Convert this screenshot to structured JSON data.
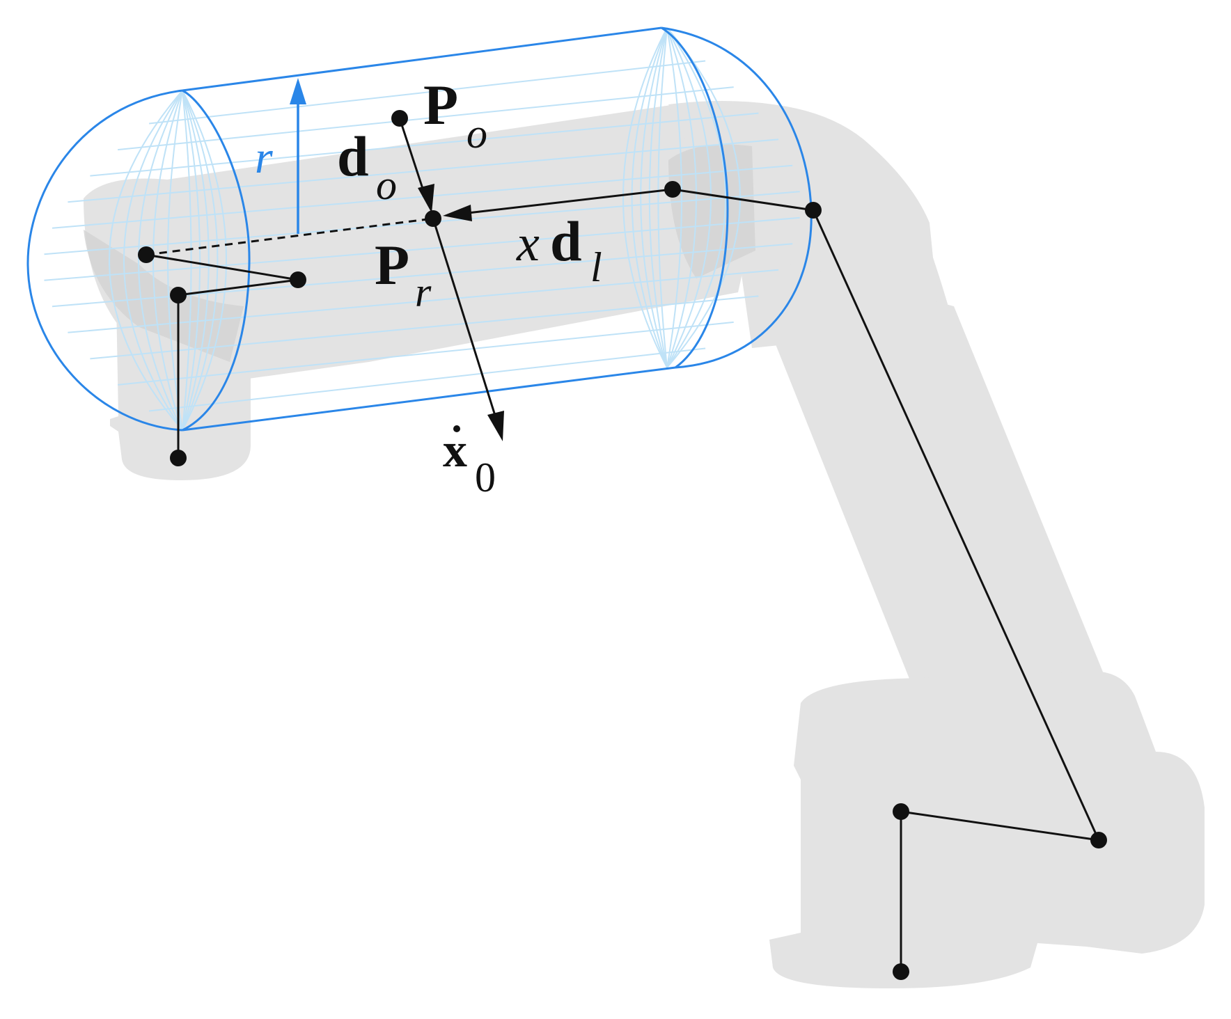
{
  "labels": {
    "radius": "r",
    "po_main": "P",
    "po_sub": "o",
    "do_main": "d",
    "do_sub": "o",
    "pr_main": "P",
    "pr_sub": "r",
    "xdl_coef": "x",
    "xdl_main": "d",
    "xdl_sub": "l",
    "xdot_main": "x",
    "xdot_sub": "0"
  },
  "colors": {
    "robot": "#e3e3e3",
    "robot_shadow": "#d2d2d2",
    "capsule": "#2a86e8",
    "wireframe": "#bfe2f7",
    "skeleton": "#111111"
  }
}
